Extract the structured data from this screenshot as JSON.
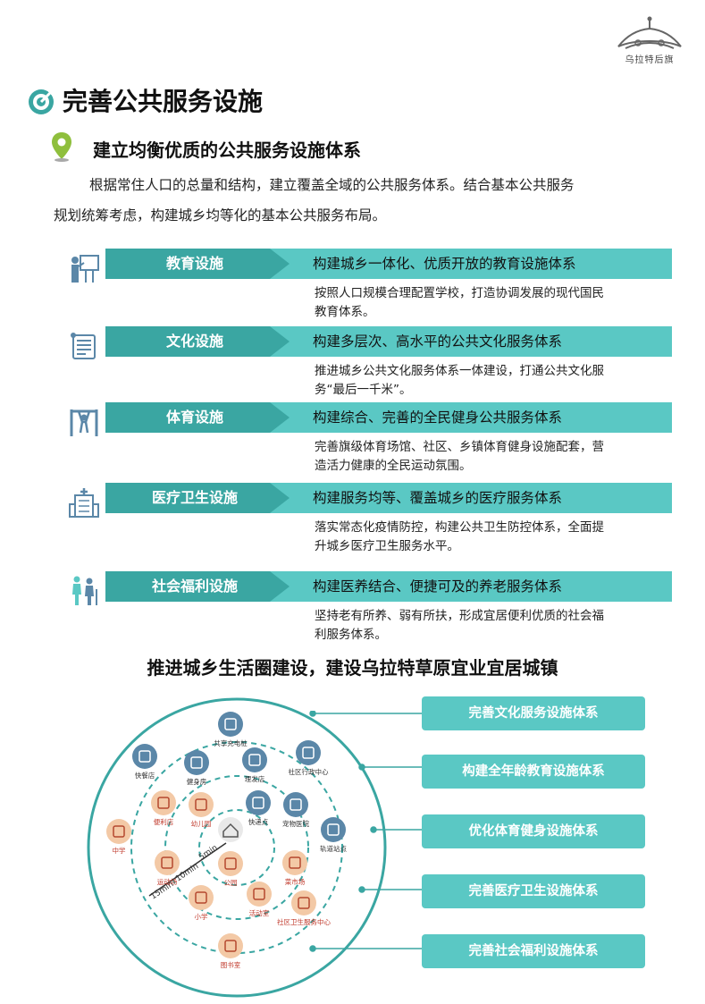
{
  "logo": {
    "text": "乌拉特后旗"
  },
  "section_title": "完善公共服务设施",
  "subsection_title": "建立均衡优质的公共服务设施体系",
  "intro": {
    "line1": "根据常住人口的总量和结构，建立覆盖全域的公共服务体系。结合基本公共服务",
    "line2": "规划统筹考虑，构建城乡均等化的基本公共服务布局。"
  },
  "facilities": [
    {
      "label": "教育设施",
      "headline": "构建城乡一体化、优质开放的教育设施体系",
      "desc1": "按照人口规模合理配置学校，打造协调发展的现代国民",
      "desc2": "教育体系。"
    },
    {
      "label": "文化设施",
      "headline": "构建多层次、高水平的公共文化服务体系",
      "desc1": "推进城乡公共文化服务体系一体建设，打通公共文化服",
      "desc2": "务“最后一千米”。"
    },
    {
      "label": "体育设施",
      "headline": "构建综合、完善的全民健身公共服务体系",
      "desc1": "完善旗级体育场馆、社区、乡镇体育健身设施配套，营",
      "desc2": "造活力健康的全民运动氛围。"
    },
    {
      "label": "医疗卫生设施",
      "headline": "构建服务均等、覆盖城乡的医疗服务体系",
      "desc1": "落实常态化疫情防控，构建公共卫生防控体系，全面提",
      "desc2": "升城乡医疗卫生服务水平。"
    },
    {
      "label": "社会福利设施",
      "headline": "构建医养结合、便捷可及的养老服务体系",
      "desc1": "坚持老有所养、弱有所扶，形成宜居便利优质的社会福",
      "desc2": "利服务体系。"
    }
  ],
  "circle_title": "推进城乡生活圈建设，建设乌拉特草原宜业宜居城镇",
  "circle": {
    "ring_5": "5min",
    "ring_10": "10min",
    "ring_15": "15min",
    "nodes": [
      "共享充电桩",
      "快餐店",
      "社区行政中心",
      "健身房",
      "理发店",
      "便利店",
      "幼儿园",
      "快递点",
      "宠物医院",
      "中学",
      "轨道站点",
      "运动场",
      "菜市场",
      "公园",
      "小学",
      "活动室",
      "社区卫生服务中心",
      "图书室"
    ]
  },
  "pills": [
    "完善文化服务设施体系",
    "构建全年龄教育设施体系",
    "优化体育健身设施体系",
    "完善医疗卫生设施体系",
    "完善社会福利设施体系"
  ],
  "colors": {
    "teal": "#5ac8c4",
    "dark_teal": "#3aa6a2",
    "icon_blue": "#5b87a8",
    "node_orange": "#f3c9a6"
  }
}
